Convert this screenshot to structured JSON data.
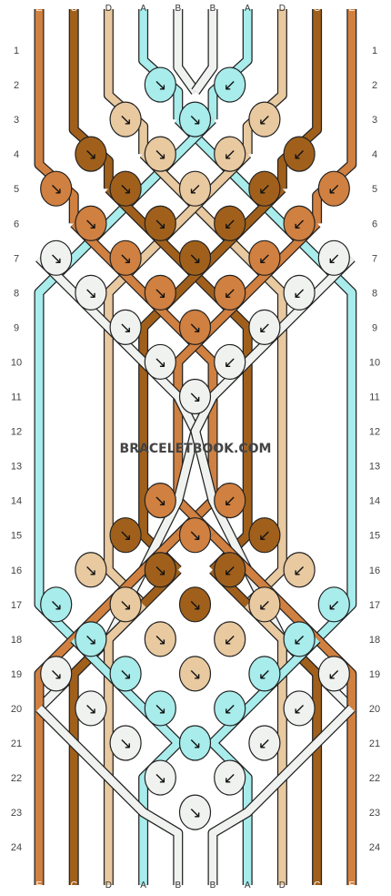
{
  "watermark": "BRACELETBOOK.COM",
  "strings": [
    "E",
    "C",
    "D",
    "A",
    "B",
    "B",
    "A",
    "D",
    "C",
    "E"
  ],
  "colors": {
    "E": "#d08040",
    "C": "#a0601c",
    "D": "#e8c9a0",
    "A": "#a8ecec",
    "B": "#f0f2f0"
  },
  "rows": [
    "1",
    "2",
    "3",
    "4",
    "5",
    "6",
    "7",
    "8",
    "9",
    "10",
    "11",
    "12",
    "13",
    "14",
    "15",
    "16",
    "17",
    "18",
    "19",
    "20",
    "21",
    "22",
    "23",
    "24"
  ],
  "knots": [
    {
      "row": 2,
      "col": 1,
      "color": "A",
      "dir": "↘"
    },
    {
      "row": 2,
      "col": 3,
      "color": "A",
      "dir": "↙"
    },
    {
      "row": 3,
      "col": 0,
      "color": "D",
      "dir": "↘"
    },
    {
      "row": 3,
      "col": 2,
      "color": "A",
      "dir": "↘"
    },
    {
      "row": 3,
      "col": 4,
      "color": "D",
      "dir": "↙"
    },
    {
      "row": 4,
      "col": -1,
      "color": "C",
      "dir": "↘"
    },
    {
      "row": 4,
      "col": 1,
      "color": "D",
      "dir": "↘"
    },
    {
      "row": 4,
      "col": 3,
      "color": "D",
      "dir": "↙"
    },
    {
      "row": 4,
      "col": 5,
      "color": "C",
      "dir": "↙"
    },
    {
      "row": 5,
      "col": -2,
      "color": "E",
      "dir": "↘"
    },
    {
      "row": 5,
      "col": 0,
      "color": "C",
      "dir": "↘"
    },
    {
      "row": 5,
      "col": 2,
      "color": "D",
      "dir": "↙"
    },
    {
      "row": 5,
      "col": 4,
      "color": "C",
      "dir": "↙"
    },
    {
      "row": 5,
      "col": 6,
      "color": "E",
      "dir": "↙"
    },
    {
      "row": 6,
      "col": -1,
      "color": "E",
      "dir": "↘"
    },
    {
      "row": 6,
      "col": 1,
      "color": "C",
      "dir": "↘"
    },
    {
      "row": 6,
      "col": 3,
      "color": "C",
      "dir": "↙"
    },
    {
      "row": 6,
      "col": 5,
      "color": "E",
      "dir": "↙"
    },
    {
      "row": 7,
      "col": -2,
      "color": "B",
      "dir": "↘"
    },
    {
      "row": 7,
      "col": 0,
      "color": "E",
      "dir": "↘"
    },
    {
      "row": 7,
      "col": 2,
      "color": "C",
      "dir": "↘"
    },
    {
      "row": 7,
      "col": 4,
      "color": "E",
      "dir": "↙"
    },
    {
      "row": 7,
      "col": 6,
      "color": "B",
      "dir": "↙"
    },
    {
      "row": 8,
      "col": -1,
      "color": "B",
      "dir": "↘"
    },
    {
      "row": 8,
      "col": 1,
      "color": "E",
      "dir": "↘"
    },
    {
      "row": 8,
      "col": 3,
      "color": "E",
      "dir": "↙"
    },
    {
      "row": 8,
      "col": 5,
      "color": "B",
      "dir": "↙"
    },
    {
      "row": 9,
      "col": 0,
      "color": "B",
      "dir": "↘"
    },
    {
      "row": 9,
      "col": 2,
      "color": "E",
      "dir": "↘"
    },
    {
      "row": 9,
      "col": 4,
      "color": "B",
      "dir": "↙"
    },
    {
      "row": 10,
      "col": 1,
      "color": "B",
      "dir": "↘"
    },
    {
      "row": 10,
      "col": 3,
      "color": "B",
      "dir": "↙"
    },
    {
      "row": 11,
      "col": 2,
      "color": "B",
      "dir": "↘"
    },
    {
      "row": 14,
      "col": 1,
      "color": "E",
      "dir": "↘"
    },
    {
      "row": 14,
      "col": 3,
      "color": "E",
      "dir": "↙"
    },
    {
      "row": 15,
      "col": 0,
      "color": "C",
      "dir": "↘"
    },
    {
      "row": 15,
      "col": 2,
      "color": "E",
      "dir": "↘"
    },
    {
      "row": 15,
      "col": 4,
      "color": "C",
      "dir": "↙"
    },
    {
      "row": 16,
      "col": -1,
      "color": "D",
      "dir": "↘"
    },
    {
      "row": 16,
      "col": 1,
      "color": "C",
      "dir": "↘"
    },
    {
      "row": 16,
      "col": 3,
      "color": "C",
      "dir": "↙"
    },
    {
      "row": 16,
      "col": 5,
      "color": "D",
      "dir": "↙"
    },
    {
      "row": 17,
      "col": -2,
      "color": "A",
      "dir": "↘"
    },
    {
      "row": 17,
      "col": 0,
      "color": "D",
      "dir": "↘"
    },
    {
      "row": 17,
      "col": 2,
      "color": "C",
      "dir": "↘"
    },
    {
      "row": 17,
      "col": 4,
      "color": "D",
      "dir": "↙"
    },
    {
      "row": 17,
      "col": 6,
      "color": "A",
      "dir": "↙"
    },
    {
      "row": 18,
      "col": -1,
      "color": "A",
      "dir": "↘"
    },
    {
      "row": 18,
      "col": 1,
      "color": "D",
      "dir": "↘"
    },
    {
      "row": 18,
      "col": 3,
      "color": "D",
      "dir": "↙"
    },
    {
      "row": 18,
      "col": 5,
      "color": "A",
      "dir": "↙"
    },
    {
      "row": 19,
      "col": -2,
      "color": "B",
      "dir": "↘"
    },
    {
      "row": 19,
      "col": 0,
      "color": "A",
      "dir": "↘"
    },
    {
      "row": 19,
      "col": 2,
      "color": "D",
      "dir": "↘"
    },
    {
      "row": 19,
      "col": 4,
      "color": "A",
      "dir": "↙"
    },
    {
      "row": 19,
      "col": 6,
      "color": "B",
      "dir": "↙"
    },
    {
      "row": 20,
      "col": -1,
      "color": "B",
      "dir": "↘"
    },
    {
      "row": 20,
      "col": 1,
      "color": "A",
      "dir": "↘"
    },
    {
      "row": 20,
      "col": 3,
      "color": "A",
      "dir": "↙"
    },
    {
      "row": 20,
      "col": 5,
      "color": "B",
      "dir": "↙"
    },
    {
      "row": 21,
      "col": 0,
      "color": "B",
      "dir": "↘"
    },
    {
      "row": 21,
      "col": 2,
      "color": "A",
      "dir": "↘"
    },
    {
      "row": 21,
      "col": 4,
      "color": "B",
      "dir": "↙"
    },
    {
      "row": 22,
      "col": 1,
      "color": "B",
      "dir": "↘"
    },
    {
      "row": 22,
      "col": 3,
      "color": "B",
      "dir": "↙"
    },
    {
      "row": 23,
      "col": 2,
      "color": "B",
      "dir": "↘"
    }
  ],
  "strands": [
    {
      "color": "E",
      "pts": [
        [
          0,
          -0.5
        ],
        [
          0,
          3.3
        ],
        [
          1,
          4.2
        ],
        [
          1,
          5.0
        ]
      ]
    },
    {
      "color": "E",
      "pts": [
        [
          9,
          -0.5
        ],
        [
          9,
          3.3
        ],
        [
          8,
          4.2
        ],
        [
          8,
          5.0
        ]
      ]
    },
    {
      "color": "C",
      "pts": [
        [
          1,
          -0.5
        ],
        [
          1,
          2.3
        ],
        [
          2,
          3.2
        ],
        [
          2,
          4.0
        ]
      ]
    },
    {
      "color": "C",
      "pts": [
        [
          8,
          -0.5
        ],
        [
          8,
          2.3
        ],
        [
          7,
          3.2
        ],
        [
          7,
          4.0
        ]
      ]
    },
    {
      "color": "D",
      "pts": [
        [
          2,
          -0.5
        ],
        [
          2,
          1.3
        ],
        [
          3,
          2.2
        ],
        [
          3,
          3.0
        ]
      ]
    },
    {
      "color": "D",
      "pts": [
        [
          7,
          -0.5
        ],
        [
          7,
          1.3
        ],
        [
          6,
          2.2
        ],
        [
          6,
          3.0
        ]
      ]
    },
    {
      "color": "A",
      "pts": [
        [
          3,
          -0.5
        ],
        [
          3,
          0.3
        ],
        [
          4,
          1.2
        ],
        [
          4,
          2.0
        ]
      ]
    },
    {
      "color": "A",
      "pts": [
        [
          6,
          -0.5
        ],
        [
          6,
          0.3
        ],
        [
          5,
          1.2
        ],
        [
          5,
          2.0
        ]
      ]
    },
    {
      "color": "B",
      "pts": [
        [
          4,
          -0.5
        ],
        [
          4,
          0.5
        ],
        [
          4.5,
          1.2
        ]
      ]
    },
    {
      "color": "B",
      "pts": [
        [
          5,
          -0.5
        ],
        [
          5,
          0.5
        ],
        [
          4.5,
          1.2
        ]
      ]
    },
    {
      "color": "A",
      "pts": [
        [
          4,
          2.0
        ],
        [
          5,
          3.0
        ],
        [
          6,
          4.0
        ],
        [
          7,
          5.0
        ],
        [
          8,
          6.0
        ],
        [
          9,
          7.0
        ],
        [
          9,
          16.0
        ],
        [
          8,
          17.0
        ]
      ]
    },
    {
      "color": "A",
      "pts": [
        [
          5,
          2.0
        ],
        [
          4,
          3.0
        ],
        [
          3,
          4.0
        ],
        [
          2,
          5.0
        ],
        [
          1,
          6.0
        ],
        [
          0,
          7.0
        ],
        [
          0,
          16.0
        ],
        [
          1,
          17.0
        ]
      ]
    },
    {
      "color": "D",
      "pts": [
        [
          3,
          3.0
        ],
        [
          4,
          4.0
        ],
        [
          5,
          5.0
        ],
        [
          6,
          6.0
        ],
        [
          7,
          7.0
        ],
        [
          7,
          15.0
        ],
        [
          6,
          16.0
        ]
      ]
    },
    {
      "color": "D",
      "pts": [
        [
          6,
          3.0
        ],
        [
          5,
          4.0
        ],
        [
          4,
          5.0
        ],
        [
          3,
          6.0
        ],
        [
          2,
          7.0
        ],
        [
          2,
          15.0
        ],
        [
          3,
          16.0
        ]
      ]
    },
    {
      "color": "C",
      "pts": [
        [
          2,
          4.0
        ],
        [
          3,
          5.0
        ],
        [
          4,
          6.0
        ],
        [
          5,
          7.0
        ],
        [
          6,
          8.0
        ],
        [
          6,
          14.0
        ],
        [
          5,
          15.0
        ]
      ]
    },
    {
      "color": "C",
      "pts": [
        [
          7,
          4.0
        ],
        [
          6,
          5.0
        ],
        [
          5,
          6.0
        ],
        [
          4,
          7.0
        ],
        [
          3,
          8.0
        ],
        [
          3,
          14.0
        ],
        [
          4,
          15.0
        ]
      ]
    },
    {
      "color": "E",
      "pts": [
        [
          1,
          5.0
        ],
        [
          2,
          6.0
        ],
        [
          3,
          7.0
        ],
        [
          4,
          8.0
        ],
        [
          5,
          9.0
        ],
        [
          5,
          13.0
        ],
        [
          4,
          14.0
        ]
      ]
    },
    {
      "color": "E",
      "pts": [
        [
          8,
          5.0
        ],
        [
          7,
          6.0
        ],
        [
          6,
          7.0
        ],
        [
          5,
          8.0
        ],
        [
          4,
          9.0
        ],
        [
          4,
          13.0
        ],
        [
          5,
          14.0
        ]
      ]
    },
    {
      "color": "B",
      "pts": [
        [
          0,
          6.0
        ],
        [
          1,
          7.0
        ],
        [
          2,
          8.0
        ],
        [
          3,
          9.0
        ],
        [
          4,
          10.0
        ],
        [
          4.5,
          11.0
        ],
        [
          4,
          13.0
        ],
        [
          3,
          15.0
        ],
        [
          2,
          17.0
        ],
        [
          1,
          18.0
        ],
        [
          0,
          19.0
        ]
      ]
    },
    {
      "color": "B",
      "pts": [
        [
          9,
          6.0
        ],
        [
          8,
          7.0
        ],
        [
          7,
          8.0
        ],
        [
          6,
          9.0
        ],
        [
          5,
          10.0
        ],
        [
          4.5,
          11.0
        ],
        [
          5,
          13.0
        ],
        [
          6,
          15.0
        ],
        [
          7,
          17.0
        ],
        [
          8,
          18.0
        ],
        [
          9,
          19.0
        ]
      ]
    },
    {
      "color": "E",
      "pts": [
        [
          4,
          14.0
        ],
        [
          3,
          15.0
        ],
        [
          2,
          16.0
        ],
        [
          1,
          17.0
        ],
        [
          0,
          18.0
        ],
        [
          0,
          19.3
        ],
        [
          0,
          23.5
        ]
      ]
    },
    {
      "color": "E",
      "pts": [
        [
          5,
          14.0
        ],
        [
          6,
          15.0
        ],
        [
          7,
          16.0
        ],
        [
          8,
          17.0
        ],
        [
          9,
          18.0
        ],
        [
          9,
          19.3
        ],
        [
          9,
          23.5
        ]
      ]
    },
    {
      "color": "C",
      "pts": [
        [
          4,
          15.0
        ],
        [
          3,
          16.0
        ],
        [
          2,
          17.0
        ],
        [
          1,
          18.0
        ],
        [
          1,
          20.3
        ],
        [
          1,
          23.5
        ]
      ]
    },
    {
      "color": "C",
      "pts": [
        [
          5,
          15.0
        ],
        [
          6,
          16.0
        ],
        [
          7,
          17.0
        ],
        [
          8,
          18.0
        ],
        [
          8,
          20.3
        ],
        [
          8,
          23.5
        ]
      ]
    },
    {
      "color": "D",
      "pts": [
        [
          3,
          16.0
        ],
        [
          2,
          17.0
        ],
        [
          2,
          21.3
        ],
        [
          2,
          23.5
        ]
      ]
    },
    {
      "color": "D",
      "pts": [
        [
          6,
          16.0
        ],
        [
          7,
          17.0
        ],
        [
          7,
          21.3
        ],
        [
          7,
          23.5
        ]
      ]
    },
    {
      "color": "A",
      "pts": [
        [
          1,
          17.0
        ],
        [
          2,
          18.0
        ],
        [
          3,
          19.0
        ],
        [
          4,
          20.0
        ],
        [
          3,
          21.0
        ],
        [
          3,
          23.5
        ]
      ]
    },
    {
      "color": "A",
      "pts": [
        [
          8,
          17.0
        ],
        [
          7,
          18.0
        ],
        [
          6,
          19.0
        ],
        [
          5,
          20.0
        ],
        [
          6,
          21.0
        ],
        [
          6,
          23.5
        ]
      ]
    },
    {
      "color": "B",
      "pts": [
        [
          0,
          19.0
        ],
        [
          1,
          20.0
        ],
        [
          2,
          21.0
        ],
        [
          3,
          22.0
        ],
        [
          4,
          22.6
        ],
        [
          4,
          23.5
        ]
      ]
    },
    {
      "color": "B",
      "pts": [
        [
          9,
          19.0
        ],
        [
          8,
          20.0
        ],
        [
          7,
          21.0
        ],
        [
          6,
          22.0
        ],
        [
          5,
          22.6
        ],
        [
          5,
          23.5
        ]
      ]
    }
  ]
}
